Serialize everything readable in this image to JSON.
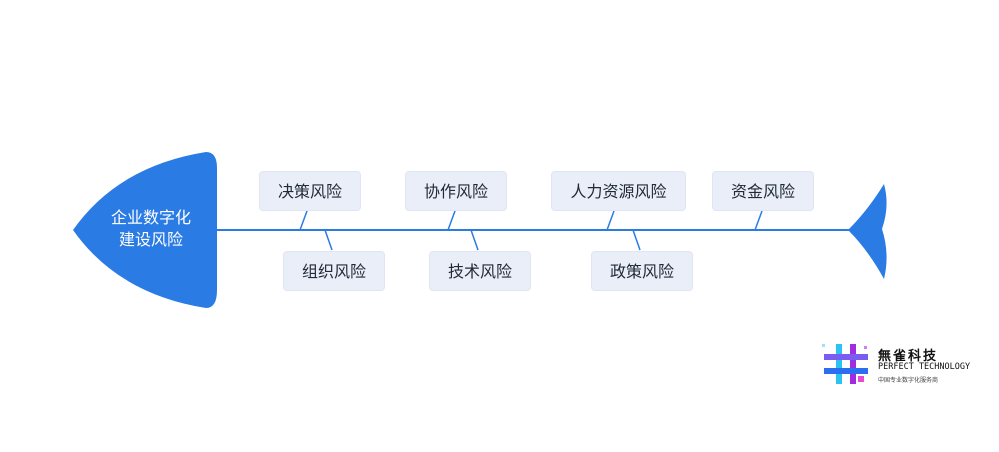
{
  "diagram": {
    "head": {
      "line1": "企业数字化",
      "line2": "建设风险"
    },
    "causes_top": [
      "决策风险",
      "协作风险",
      "人力资源风险",
      "资金风险"
    ],
    "causes_bottom": [
      "组织风险",
      "技术风险",
      "政策风险"
    ]
  },
  "logo": {
    "name": "無雀科技",
    "english": "PERFECT TECHNOLOGY",
    "tagline": "中国专业数字化服务商"
  },
  "colors": {
    "fish_blue": "#2b7be4",
    "box_fill": "#e9eef9",
    "text": "#222a38"
  }
}
